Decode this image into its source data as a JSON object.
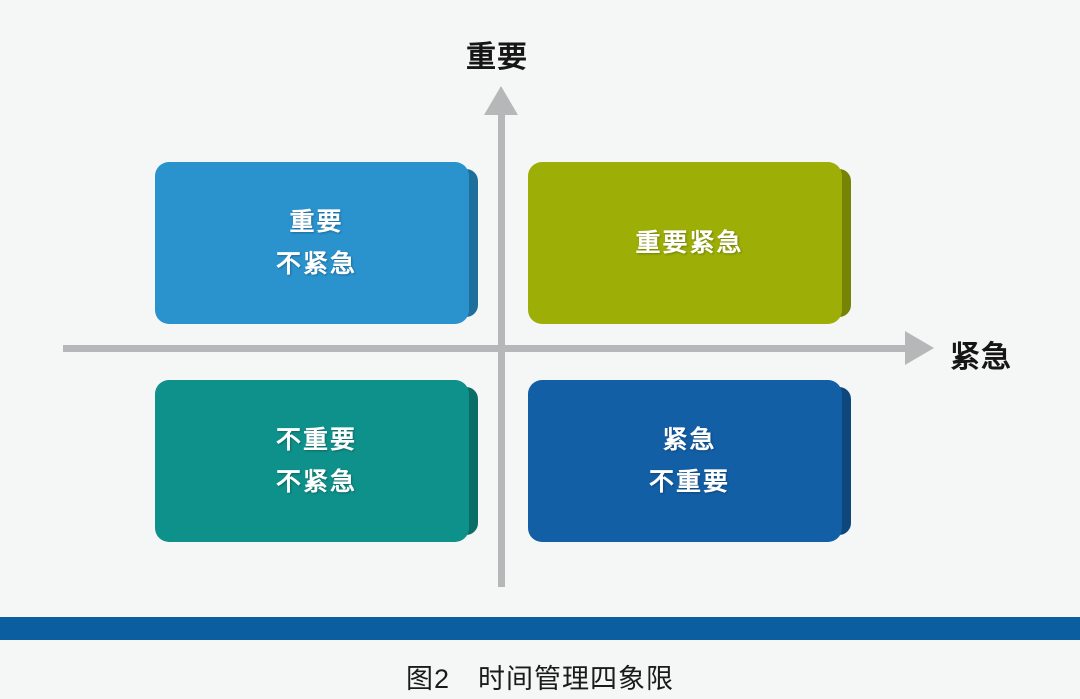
{
  "figure": {
    "background_color": "#f5f6f6",
    "caption": "图2　时间管理四象限",
    "divider_bar_color": "#0b5ea0"
  },
  "axes": {
    "color": "#b6b7b9",
    "vertical_label": "重要",
    "horizontal_label": "紧急"
  },
  "chart_data": {
    "type": "diagram",
    "title": "图2　时间管理四象限",
    "xlabel": "紧急",
    "ylabel": "重要",
    "quadrants": [
      {
        "position": "top-left",
        "lines": [
          "重要",
          "不紧急"
        ],
        "color": "#2a93ce",
        "edge_color": "#1f6f9c"
      },
      {
        "position": "top-right",
        "lines": [
          "重要紧急"
        ],
        "color": "#9daf06",
        "edge_color": "#768405"
      },
      {
        "position": "bottom-left",
        "lines": [
          "不重要",
          "不紧急"
        ],
        "color": "#0f918b",
        "edge_color": "#0b6d68"
      },
      {
        "position": "bottom-right",
        "lines": [
          "紧急",
          "不重要"
        ],
        "color": "#135fa6",
        "edge_color": "#0e477c"
      }
    ]
  }
}
